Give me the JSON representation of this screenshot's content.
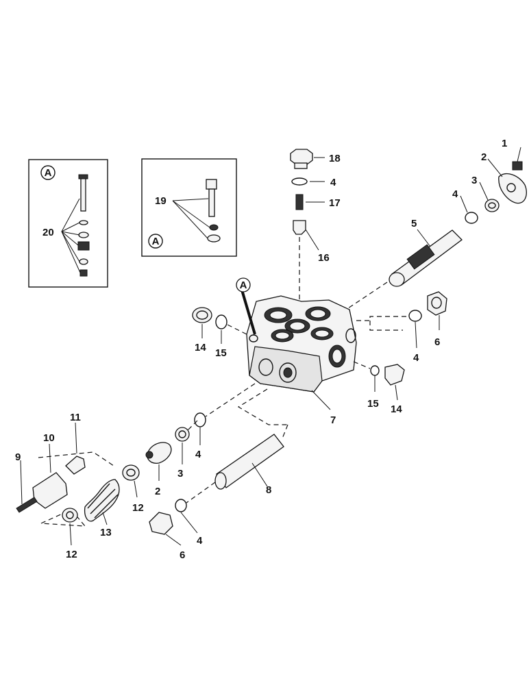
{
  "diagram": {
    "type": "exploded parts view",
    "callout_labels": {
      "n1": "1",
      "n2a": "2",
      "n3a": "3",
      "n4a": "4",
      "n5": "5",
      "n18": "18",
      "n4b": "4",
      "n17": "17",
      "n16": "16",
      "n14a": "14",
      "n15a": "15",
      "n6a": "6",
      "n4c": "4",
      "n15b": "15",
      "n14b": "14",
      "n7": "7",
      "n8": "8",
      "n11": "11",
      "n10": "10",
      "n9": "9",
      "n12a": "12",
      "n12b": "12",
      "n13": "13",
      "n2b": "2",
      "n3b": "3",
      "n4d": "4",
      "n4e": "4",
      "n6b": "6",
      "n20": "20",
      "n19": "19"
    },
    "detail_markers": {
      "insetA1": "A",
      "insetA2": "A",
      "bodyA": "A"
    }
  }
}
